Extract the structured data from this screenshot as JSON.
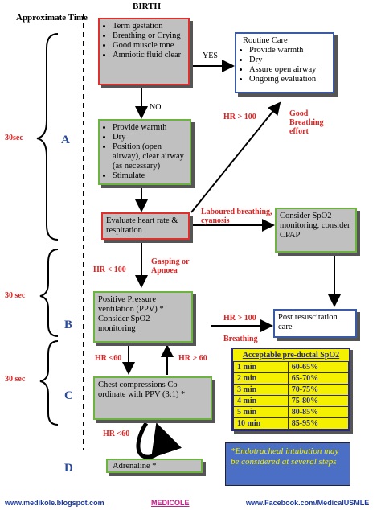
{
  "header": {
    "birth": "BIRTH",
    "approx_time": "Approximate Time"
  },
  "times": {
    "t1": "30sec",
    "t2": "30 sec",
    "t3": "30 sec"
  },
  "stages": {
    "a": "A",
    "b": "B",
    "c": "C",
    "d": "D"
  },
  "birth_box": {
    "items": [
      "Term gestation",
      "Breathing or Crying",
      "Good muscle tone",
      "Amniotic fluid clear"
    ]
  },
  "routine_care": {
    "title": "Routine Care",
    "items": [
      "Provide warmth",
      "Dry",
      "Assure open airway",
      "Ongoing evaluation"
    ]
  },
  "initial_steps": {
    "items": [
      "Provide warmth",
      "Dry",
      "Position (open airway), clear airway (as necessary)",
      "Stimulate"
    ]
  },
  "evaluate": {
    "text": "Evaluate heart rate & respiration"
  },
  "consider_cpap": {
    "text": "Consider SpO2 monitoring, consider CPAP"
  },
  "ppv": {
    "text": "Positive Pressure ventilation (PPV) * Consider SpO2 monitoring"
  },
  "post_resus": {
    "text": "Post resuscitation care"
  },
  "compressions": {
    "text": "Chest compressions Co-ordinate with PPV (3:1) *"
  },
  "adrenaline": {
    "text": "Adrenaline *"
  },
  "labels": {
    "yes": "YES",
    "no": "NO",
    "hr_gt100_top": "HR > 100",
    "good_breathing": "Good Breathing effort",
    "laboured": "Laboured breathing, cyanosis",
    "hr_lt100": "HR < 100",
    "gasping": "Gasping or Apnoea",
    "hr_gt100_mid": "HR > 100",
    "breathing": "Breathing",
    "hr_lt60": "HR <60",
    "hr_gt60": "HR > 60",
    "hr_lt60_b": "HR <60"
  },
  "spo2_table": {
    "title": "Acceptable pre-ductal SpO2",
    "rows": [
      {
        "time": "1 min",
        "range": "60-65%"
      },
      {
        "time": "2 min",
        "range": "65-70%"
      },
      {
        "time": "3 min",
        "range": "70-75%"
      },
      {
        "time": "4 min",
        "range": "75-80%"
      },
      {
        "time": "5 min",
        "range": "80-85%"
      },
      {
        "time": "10 min",
        "range": "85-95%"
      }
    ]
  },
  "note": {
    "text": "*Endotracheal intubation may be considered at several steps"
  },
  "footer": {
    "left": "www.medikole.blogspot.com",
    "center": "MEDICOLE",
    "right": "www.Facebook.com/MedicalUSMLE"
  },
  "colors": {
    "red": "#e0302c",
    "green": "#6db33f",
    "blue": "#3a5aa8",
    "yellow": "#f4f000",
    "note_bg": "#4a6fc4"
  }
}
